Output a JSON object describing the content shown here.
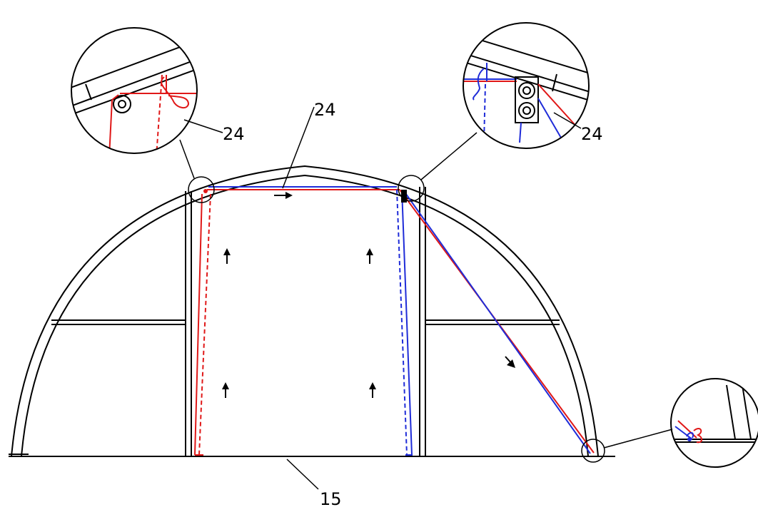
{
  "labels": {
    "top_left_callout": "24",
    "top_center_callout": "24",
    "top_right_callout": "24",
    "bottom_callout": "15"
  },
  "colors": {
    "frame": "#000000",
    "rope_a": "#e01818",
    "rope_b": "#1f2cd8"
  }
}
